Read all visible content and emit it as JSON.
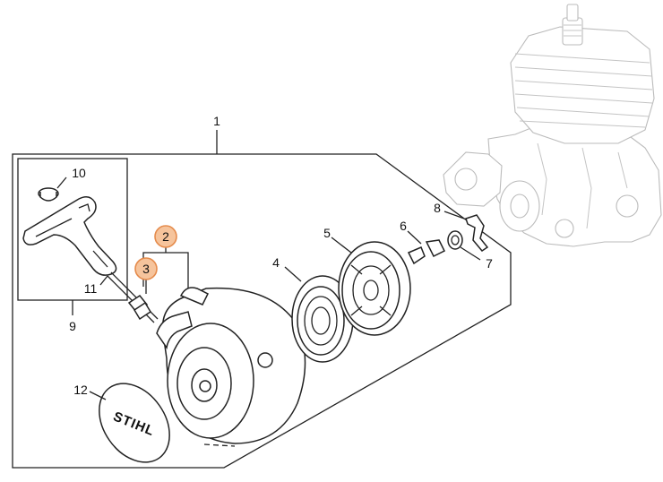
{
  "diagram": {
    "callouts": [
      {
        "id": "1",
        "label": "1",
        "highlighted": false
      },
      {
        "id": "2",
        "label": "2",
        "highlighted": true
      },
      {
        "id": "3",
        "label": "3",
        "highlighted": true
      },
      {
        "id": "4",
        "label": "4",
        "highlighted": false
      },
      {
        "id": "5",
        "label": "5",
        "highlighted": false
      },
      {
        "id": "6",
        "label": "6",
        "highlighted": false
      },
      {
        "id": "7",
        "label": "7",
        "highlighted": false
      },
      {
        "id": "8",
        "label": "8",
        "highlighted": false
      },
      {
        "id": "9",
        "label": "9",
        "highlighted": false
      },
      {
        "id": "10",
        "label": "10",
        "highlighted": false
      },
      {
        "id": "11",
        "label": "11",
        "highlighted": false
      },
      {
        "id": "12",
        "label": "12",
        "highlighted": false
      }
    ],
    "logo_text": "STIHL",
    "colors": {
      "highlight_fill": "#f6c49c",
      "highlight_stroke": "#e58b4c",
      "line": "#222222",
      "ghost": "#bbbbbb"
    }
  }
}
